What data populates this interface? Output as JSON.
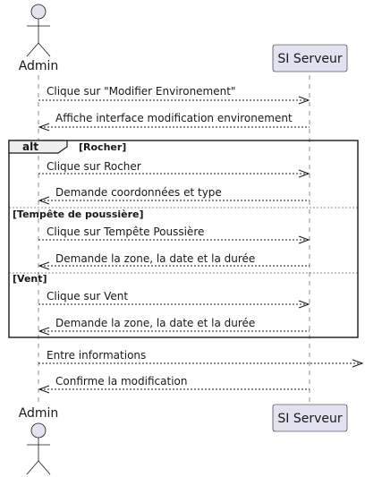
{
  "participants": {
    "admin": {
      "name": "Admin"
    },
    "server": {
      "name": "SI Serveur"
    }
  },
  "messages": [
    {
      "text": "Clique sur \"Modifier Environement\"",
      "direction": "right"
    },
    {
      "text": "Affiche interface modification environement",
      "direction": "left"
    },
    {
      "text": "Clique sur Rocher",
      "direction": "right"
    },
    {
      "text": "Demande coordonnées et type",
      "direction": "left"
    },
    {
      "text": "Clique sur Tempête Poussière",
      "direction": "right"
    },
    {
      "text": "Demande la zone, la date et la durée",
      "direction": "left"
    },
    {
      "text": "Clique sur Vent",
      "direction": "right"
    },
    {
      "text": "Demande la zone, la date et la durée",
      "direction": "left"
    },
    {
      "text": "Entre informations",
      "direction": "right-out"
    },
    {
      "text": "Confirme la modification",
      "direction": "left"
    }
  ],
  "fragment": {
    "keyword": "alt",
    "sections": [
      {
        "guard": "[Rocher]"
      },
      {
        "guard": "[Tempête de poussière]"
      },
      {
        "guard": "[Vent]"
      }
    ]
  },
  "colors": {
    "actor_fill": "#E2E2F0",
    "line": "#181818",
    "background": "#FFFFFF"
  },
  "icons": {
    "admin_actor": "stick-figure-icon",
    "arrow_head": "open-arrowhead-icon"
  }
}
